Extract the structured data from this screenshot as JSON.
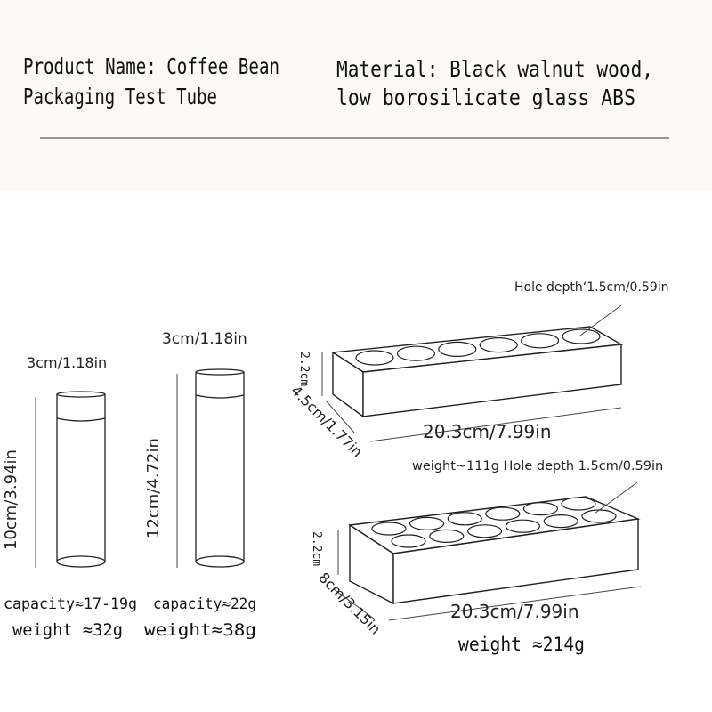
{
  "header": {
    "product_name_line1": "Product Name: Coffee Bean",
    "product_name_line2": "Packaging Test Tube",
    "material_line1": "Material: Black walnut wood,",
    "material_line2": "low borosilicate glass ABS"
  },
  "tube_small": {
    "diameter": "3cm/1.18in",
    "height": "10cm/3.94in",
    "capacity": "capacity≈17-19g",
    "weight": "weight ≈32g"
  },
  "tube_large": {
    "diameter": "3cm/1.18in",
    "height": "12cm/4.72in",
    "capacity": "capacity≈22g",
    "weight": "weight≈38g"
  },
  "rack_6": {
    "hole_depth": "Hole depth‘1.5cm/0.59in",
    "height": "2.2cm",
    "depth": "4.5cm/1.77in",
    "length": "20.3cm/7.99in",
    "weight_hole_depth": "weight~111g Hole depth 1.5cm/0.59in"
  },
  "rack_12": {
    "height": "2.2cm",
    "depth": "8cm/3.15in",
    "length": "20.3cm/7.99in",
    "weight": "weight ≈214g"
  }
}
